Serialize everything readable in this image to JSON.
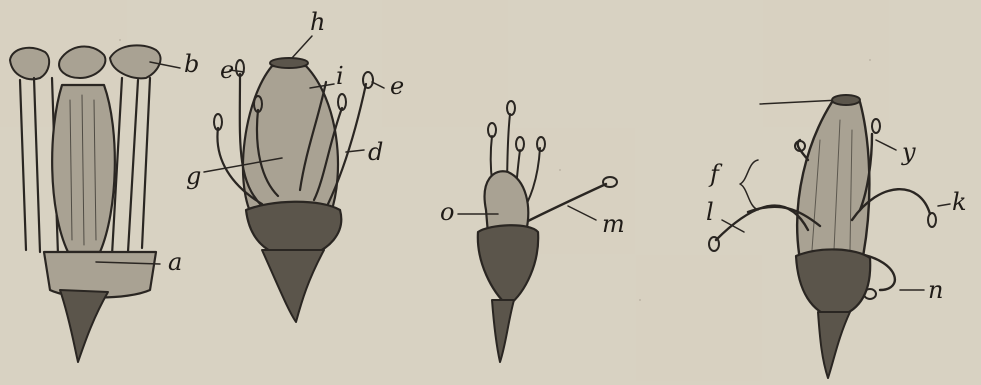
{
  "figures": [
    {
      "id": "fig1",
      "labels": {
        "b": "b",
        "a": "a"
      }
    },
    {
      "id": "fig2",
      "labels": {
        "h": "h",
        "e1": "e",
        "i": "i",
        "e2": "e",
        "g": "g",
        "d": "d"
      }
    },
    {
      "id": "fig3",
      "labels": {
        "o": "o",
        "m": "m"
      }
    },
    {
      "id": "fig4",
      "labels": {
        "f": "f",
        "l": "l",
        "y": "y",
        "k": "k",
        "n": "n"
      }
    }
  ],
  "colors": {
    "paper": "#d9d3c3",
    "ink": "#2a2622",
    "shade": "#a9a293"
  }
}
